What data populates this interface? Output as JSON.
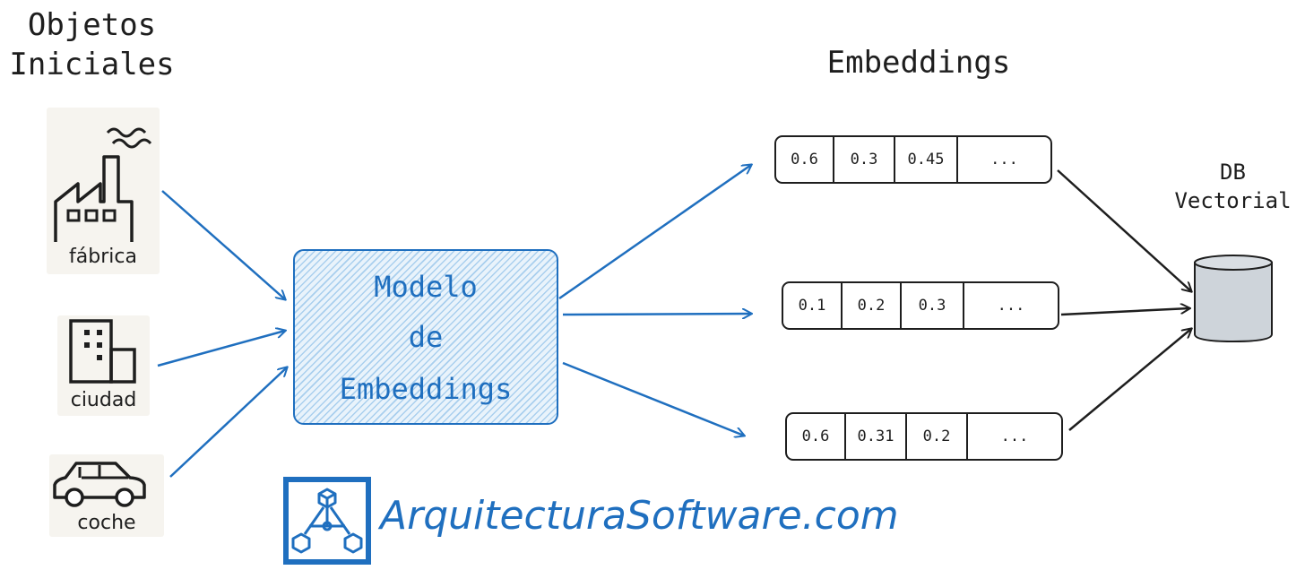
{
  "titles": {
    "initial_objects": [
      "Objetos",
      "Iniciales"
    ],
    "embeddings": "Embeddings",
    "db": [
      "DB",
      "Vectorial"
    ]
  },
  "objects": [
    {
      "label": "fábrica",
      "icon": "factory-icon"
    },
    {
      "label": "ciudad",
      "icon": "building-icon"
    },
    {
      "label": "coche",
      "icon": "car-icon"
    }
  ],
  "model": {
    "lines": [
      "Modelo",
      "de",
      "Embeddings"
    ]
  },
  "vectors": [
    {
      "values": [
        "0.6",
        "0.3",
        "0.45",
        "..."
      ]
    },
    {
      "values": [
        "0.1",
        "0.2",
        "0.3",
        "..."
      ]
    },
    {
      "values": [
        "0.6",
        "0.31",
        "0.2",
        "..."
      ]
    }
  ],
  "brand": {
    "text": "ArquitecturaSoftware.com"
  },
  "colors": {
    "accent": "#1f6fbf",
    "ink": "#1e1e1e",
    "db_fill": "#ced4da",
    "card_bg": "#f6f4ef"
  }
}
